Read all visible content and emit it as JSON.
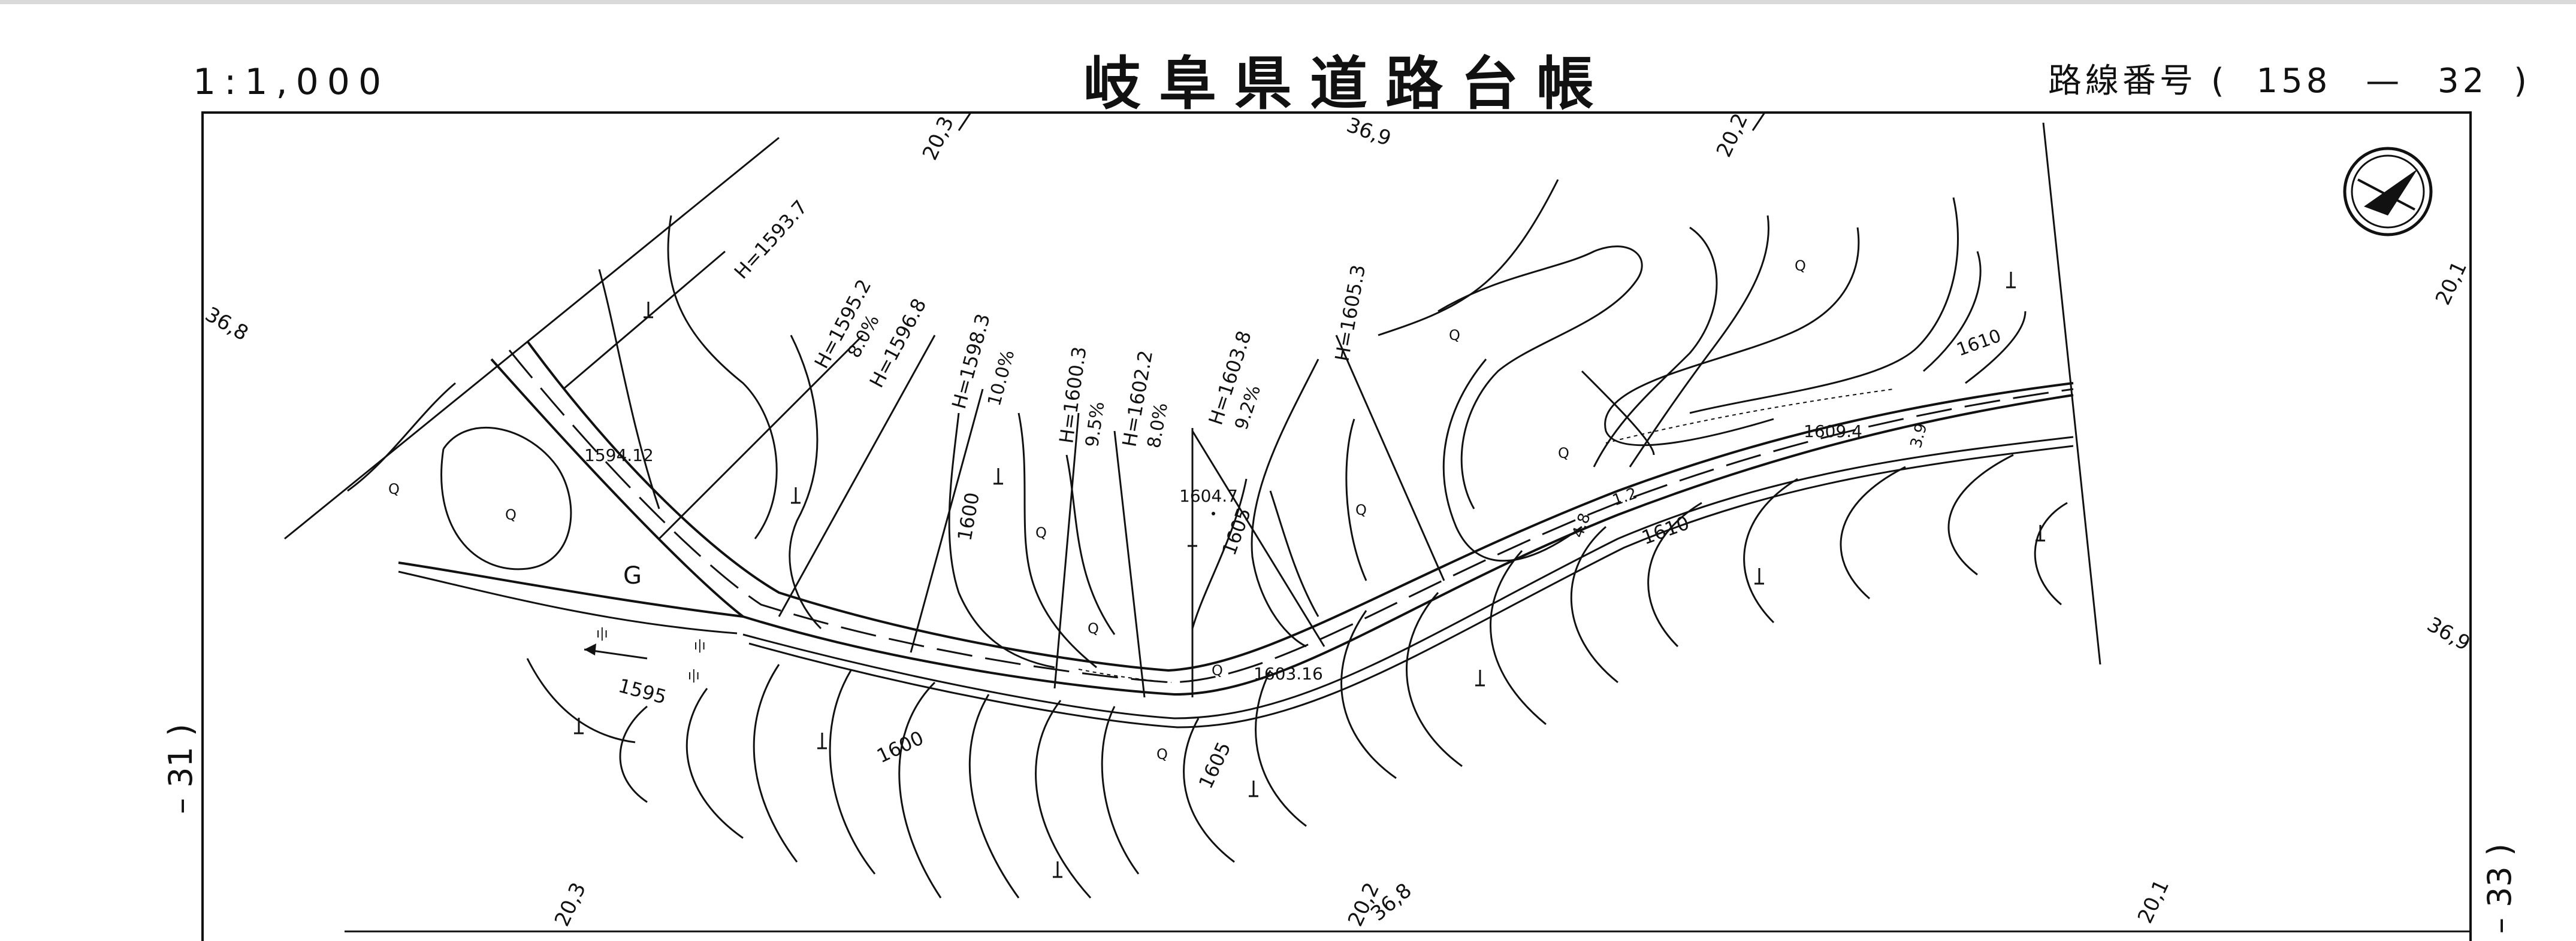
{
  "header": {
    "scale": "1:1,000",
    "title": "岐阜県道路台帳",
    "route_label": "路線番号",
    "route_open": "(",
    "route_number_a": "158",
    "route_dash": "—",
    "route_number_b": "32",
    "route_close": ")"
  },
  "sheet_refs": {
    "left": "– 31 )",
    "right": "– 33 )"
  },
  "border_marks": {
    "top": [
      "20,3",
      "36,9",
      "20,2"
    ],
    "bottom": [
      "20,3",
      "20,2",
      "36,8",
      "20,1"
    ],
    "left": [
      "36,8"
    ],
    "right": [
      "20,1",
      "36,9"
    ]
  },
  "profiles": [
    {
      "h": "H=1593.7"
    },
    {
      "h": "H=1595.2",
      "grade": "8.0%"
    },
    {
      "h": "H=1596.8"
    },
    {
      "h": "H=1598.3",
      "grade": "10.0%"
    },
    {
      "h": "H=1600.3",
      "grade": "9.5%"
    },
    {
      "h": "H=1602.2",
      "grade": "8.0%"
    },
    {
      "h": "H=1603.8",
      "grade": "9.2%"
    },
    {
      "h": "H=1605.3"
    }
  ],
  "contours": [
    "1595",
    "1600",
    "1600",
    "1605",
    "1605",
    "1610",
    "1610"
  ],
  "spot_heights": [
    "1594.12",
    "1604.7",
    "1603.16",
    "1609.4"
  ],
  "symbols": {
    "building": "G",
    "grass": "Q",
    "tree": "ı|ı",
    "road_marks": [
      "3.9",
      "4.8",
      "1.2"
    ]
  },
  "north_arrow": "north-arrow"
}
